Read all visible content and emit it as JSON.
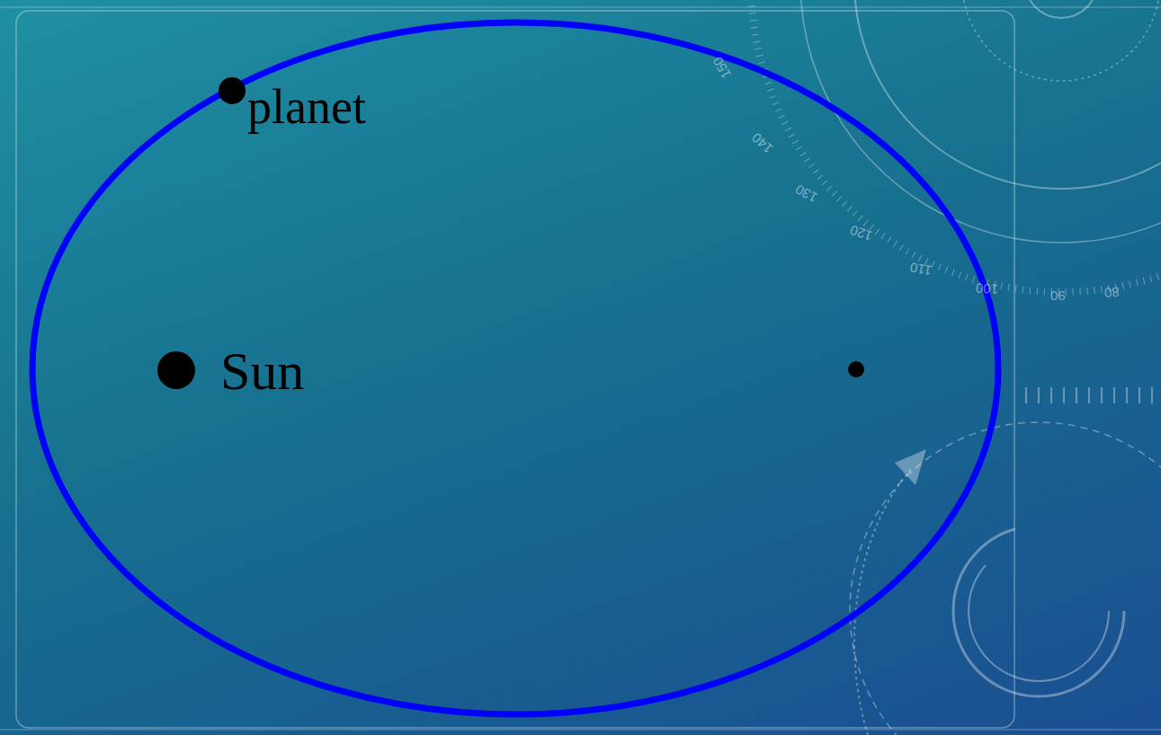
{
  "diagram": {
    "labels": [
      "planet",
      "Sun",
      "150",
      "140",
      "130",
      "120",
      "110",
      "100",
      "90",
      "80"
    ]
  }
}
